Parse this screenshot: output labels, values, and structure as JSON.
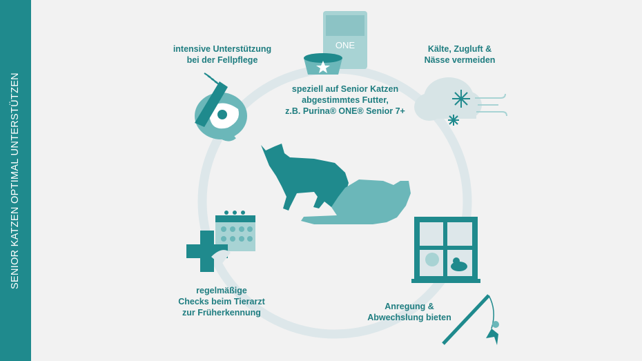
{
  "sidebar": {
    "title": "SENIOR KATZEN OPTIMAL UNTERSTÜTZEN"
  },
  "items": {
    "grooming": {
      "lines": [
        "intensive Unterstützung",
        "bei der Fellpflege"
      ],
      "icon": "brush-cat-icon"
    },
    "food": {
      "lines": [
        "speziell auf Senior Katzen",
        "abgestimmtes Futter,",
        "z.B. Purina® ONE® Senior 7+"
      ],
      "icon": "food-bag-bowl-icon",
      "bag_label": "ONE"
    },
    "weather": {
      "lines": [
        "Kälte, Zugluft &",
        "Nässe vermeiden"
      ],
      "icon": "cloud-snow-wind-icon"
    },
    "play": {
      "lines": [
        "Anregung &",
        "Abwechslung bieten"
      ],
      "icon": "window-cat-toy-icon"
    },
    "vet": {
      "lines": [
        "regelmäßige",
        "Checks beim Tierarzt",
        "zur Früherkennung"
      ],
      "icon": "calendar-medical-cross-icon"
    }
  },
  "center": {
    "icon": "two-cats-icon"
  },
  "colors": {
    "teal": "#1f8a8d",
    "teal_light": "#6bb7b9",
    "teal_pale": "#a8d3d4",
    "ring": "#dde7ea",
    "text": "#1f7d80"
  }
}
